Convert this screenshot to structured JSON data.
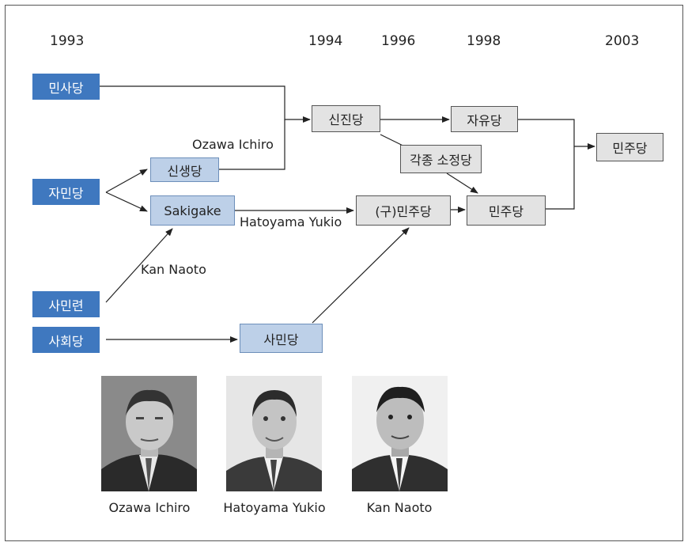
{
  "years": [
    "1993",
    "1994",
    "1996",
    "1998",
    "2003"
  ],
  "parties": {
    "minsadang": "민사당",
    "jaminnang": "자민당",
    "saminryeon": "사민련",
    "sahoedang": "사회당",
    "sinsaengdang": "신생당",
    "sakigake": "Sakigake",
    "sinjindang": "신진당",
    "jayudang": "자유당",
    "small_parties": "각종 소정당",
    "old_minjudang": "(구)민주당",
    "minjudang_1998": "민주당",
    "minjudang_2003": "민주당",
    "samindang": "사민당"
  },
  "annotations": {
    "ozawa": "Ozawa Ichiro",
    "hatoyama": "Hatoyama Yukio",
    "kan": "Kan Naoto"
  },
  "portraits": [
    {
      "caption": "Ozawa Ichiro"
    },
    {
      "caption": "Hatoyama Yukio"
    },
    {
      "caption": "Kan Naoto"
    }
  ],
  "colors": {
    "origin_party": "#3f78bf",
    "intermediate_party": "#bdd0e8",
    "merged_party": "#e3e3e3"
  }
}
